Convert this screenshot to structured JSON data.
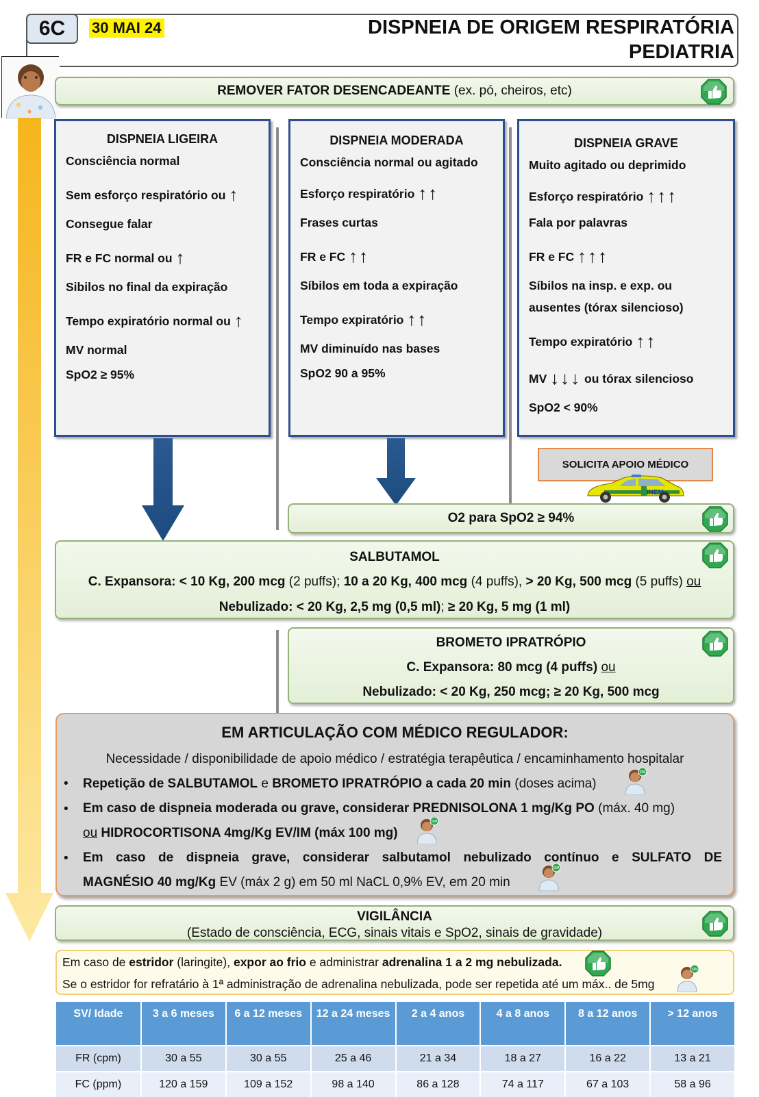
{
  "header": {
    "code": "6C",
    "date": "30 MAI 24",
    "title_line1": "DISPNEIA DE ORIGEM RESPIRATÓRIA",
    "title_line2": "PEDIATRIA"
  },
  "remove_trigger": {
    "bold": "REMOVER FATOR DESENCADEANTE",
    "rest": " (ex. pó, cheiros, etc)"
  },
  "columns": {
    "ligeira": {
      "title": "DISPNEIA LIGEIRA",
      "items": [
        "Consciência normal",
        "Sem esforço respiratório ou",
        "Consegue falar",
        "FR e FC normal ou",
        "Sibilos no final da expiração",
        "Tempo expiratório normal ou",
        "MV normal",
        "SpO2 ≥ 95%"
      ]
    },
    "moderada": {
      "title": "DISPNEIA MODERADA",
      "items": [
        "Consciência normal ou agitado",
        "Esforço respiratório",
        "Frases curtas",
        "FR e FC",
        "Síbilos em toda a expiração",
        "Tempo expiratório",
        "MV diminuído nas bases",
        "SpO2 90 a 95%"
      ]
    },
    "grave": {
      "title": "DISPNEIA GRAVE",
      "items": [
        "Muito agitado ou deprimido",
        "Esforço respiratório",
        "Fala por palavras",
        "FR e FC",
        "Síbilos na insp. e exp. ou",
        "ausentes (tórax silencioso)",
        "Tempo expiratório",
        "MV",
        "ou tórax silencioso",
        "SpO2 < 90%"
      ]
    }
  },
  "arrows": {
    "up": "↑",
    "down": "↓"
  },
  "solicita": "SOLICITA APOIO MÉDICO",
  "ambulance_label": "INEM",
  "o2": "O2 para SpO2 ≥ 94%",
  "salbutamol": {
    "title": "SALBUTAMOL",
    "l1": {
      "a": "C. Expansora: < 10 Kg, 200 mcg",
      "b": " (2 puffs); ",
      "c": "10 a 20 Kg, 400 mcg",
      "d": " (4 puffs), ",
      "e": "> 20 Kg, 500 mcg",
      "f": " (5 puffs) ",
      "g": "ou"
    },
    "l2": {
      "a": "Nebulizado: < 20 Kg, 2,5 mg (0,5 ml)",
      "b": "; ",
      "c": "≥ 20 Kg, 5 mg (1 ml)"
    }
  },
  "brometo": {
    "title": "BROMETO IPRATRÓPIO",
    "l1": "C. Expansora: 80 mcg (4 puffs)",
    "l1_ou": "ou",
    "l2": "Nebulizado: < 20 Kg, 250 mcg; ≥ 20 Kg, 500 mcg"
  },
  "coord": {
    "title": "EM ARTICULAÇÃO COM MÉDICO REGULADOR:",
    "subtitle": "Necessidade / disponibilidade de apoio médico / estratégia terapêutica / encaminhamento hospitalar",
    "bullet": "•",
    "b1": {
      "a": "Repetição de SALBUTAMOL",
      "b": " e ",
      "c": "BROMETO IPRATRÓPIO a cada 20 min",
      "d": " (doses acima)"
    },
    "b2": {
      "a": "Em caso de dispneia moderada ou grave, considerar ",
      "b": "PREDNISOLONA 1 mg/Kg PO",
      "c": " (máx. 40 mg)",
      "d": "ou",
      "e": " HIDROCORTISONA 4mg/Kg EV/IM (máx 100 mg)"
    },
    "b3": {
      "a": "Em caso de dispneia grave, considerar salbutamol nebulizado contínuo e ",
      "b": "SULFATO DE",
      "c": "MAGNÉSIO 40 mg/Kg",
      "d": " EV (máx 2 g) em 50 ml NaCL 0,9% EV, em 20 min"
    }
  },
  "vigilancia": {
    "title": "VIGILÂNCIA",
    "sub": "(Estado de consciência, ECG, sinais vitais e SpO2, sinais de gravidade)"
  },
  "estridor": {
    "a": "Em caso de ",
    "b": "estridor",
    "c": " (laringite), ",
    "d": "expor ao frio",
    "e": " e administrar ",
    "f": "adrenalina 1 a 2 mg nebulizada.",
    "l2": "Se o estridor for refratário à 1ª administração de adrenalina nebulizada, pode ser repetida até um máx.. de 5mg"
  },
  "table": {
    "headers": [
      "SV/ Idade",
      "3 a 6 meses",
      "6 a 12 meses",
      "12 a 24 meses",
      "2 a 4 anos",
      "4 a 8 anos",
      "8 a 12 anos",
      "> 12 anos"
    ],
    "rows": [
      [
        "FR (cpm)",
        "30 a 55",
        "30 a 55",
        "25 a 46",
        "21 a 34",
        "18 a 27",
        "16 a 22",
        "13 a 21"
      ],
      [
        "FC (ppm)",
        "120 a 159",
        "109 a 152",
        "98 a 140",
        "86 a 128",
        "74 a 117",
        "67 a 103",
        "58 a 96"
      ]
    ]
  },
  "colors": {
    "accent_blue": "#2e4f8c",
    "thumb_green": "#2fa84f",
    "timeline_yellow": "#f7c64a",
    "table_header": "#5b9bd5"
  },
  "icons": [
    "doctor-avatar-icon",
    "thumbs-up-icon",
    "ambulance-icon",
    "down-arrow-icon",
    "timeline-arrow-icon",
    "mini-doctor-icon"
  ]
}
